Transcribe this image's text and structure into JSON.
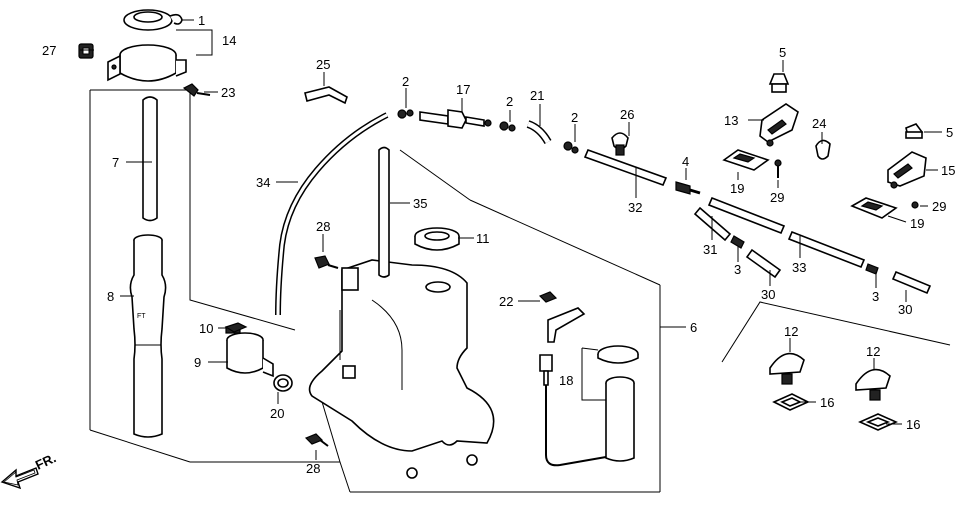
{
  "diagram": {
    "labels": {
      "l1": "1",
      "l14": "14",
      "l27": "27",
      "l23": "23",
      "l25": "25",
      "l2a": "2",
      "l17": "17",
      "l2b": "2",
      "l21": "21",
      "l2c": "2",
      "l26": "26",
      "l5a": "5",
      "l13": "13",
      "l24": "24",
      "l5b": "5",
      "l7": "7",
      "l34": "34",
      "l35": "35",
      "l28a": "28",
      "l11": "11",
      "l4": "4",
      "l19a": "19",
      "l29a": "29",
      "l15": "15",
      "l29b": "29",
      "l19b": "19",
      "l32": "32",
      "l31": "31",
      "l3a": "3",
      "l33": "33",
      "l3b": "3",
      "l30a": "30",
      "l30b": "30",
      "l8": "8",
      "l22": "22",
      "l6": "6",
      "l10": "10",
      "l9": "9",
      "l20": "20",
      "l18": "18",
      "l12a": "12",
      "l12b": "12",
      "l16a": "16",
      "l16b": "16",
      "l28b": "28"
    },
    "direction_label": "FR."
  }
}
